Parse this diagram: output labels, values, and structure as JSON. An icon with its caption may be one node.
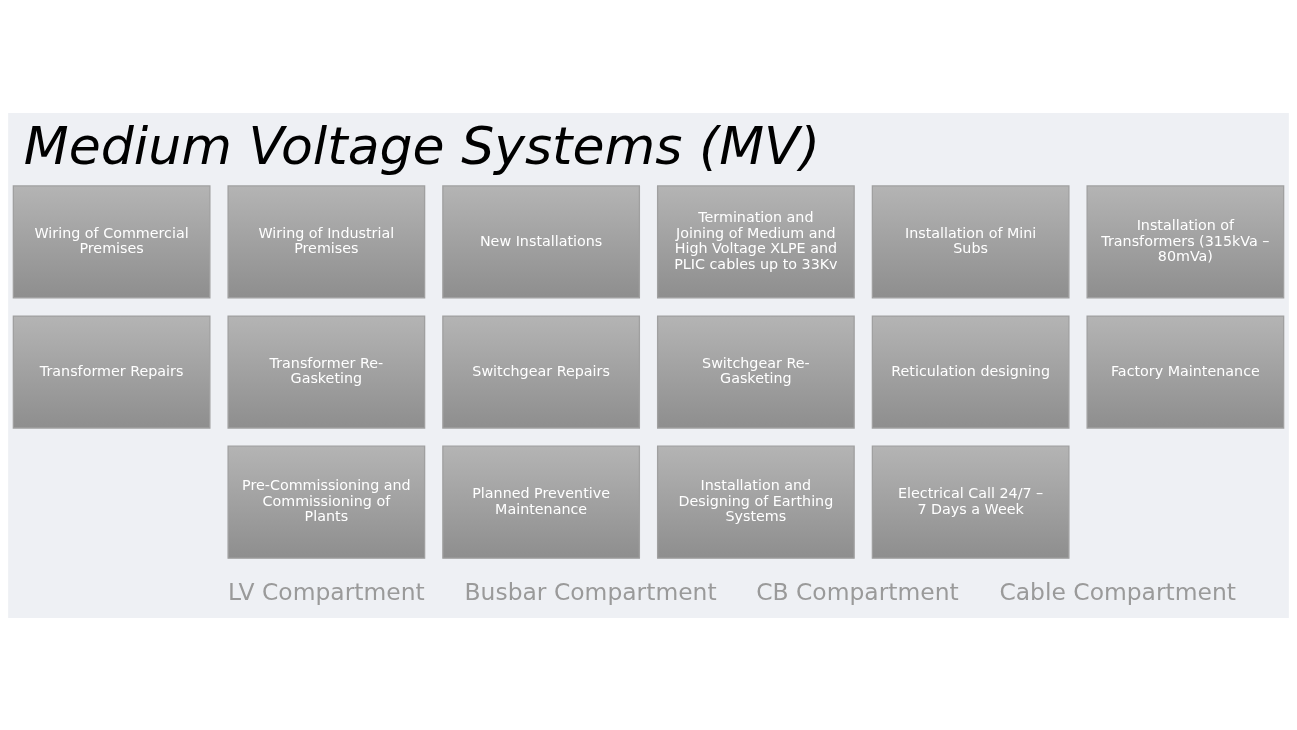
{
  "diagram": {
    "title": "Medium Voltage Systems (MV)",
    "nodes": [
      {
        "text": [
          "Wiring of Commercial Premises"
        ]
      },
      {
        "text": [
          "Wiring of Industrial Premises"
        ]
      },
      {
        "text": [
          "New Installations"
        ]
      },
      {
        "text": [
          "Termination and Joining of Medium and High Voltage XLPE and PLIC cables up to 33Kv"
        ]
      },
      {
        "text": [
          "Installation of Mini Subs"
        ]
      },
      {
        "text": [
          "Installation of Transformers (315kVa – 80mVa)"
        ]
      },
      {
        "text": [
          "Transformer Repairs"
        ]
      },
      {
        "text": [
          "Transformer Re-Gasketing"
        ]
      },
      {
        "text": [
          "Switchgear Repairs"
        ]
      },
      {
        "text": [
          "Switchgear Re-Gasketing"
        ]
      },
      {
        "text": [
          "Reticulation designing"
        ]
      },
      {
        "text": [
          "Factory Maintenance"
        ]
      },
      {
        "text": [
          "Pre-Commissioning and Commissioning of Plants"
        ]
      },
      {
        "text": [
          "Planned Preventive Maintenance"
        ]
      },
      {
        "text": [
          "Installation and Designing of Earthing Systems"
        ]
      },
      {
        "text": [
          "Electrical Call 24/7 – 7 Days a Week"
        ]
      }
    ],
    "edges": [],
    "labels": [
      "LV Compartment",
      "Busbar Compartment",
      "CB Compartment",
      "Cable Compartment"
    ]
  }
}
